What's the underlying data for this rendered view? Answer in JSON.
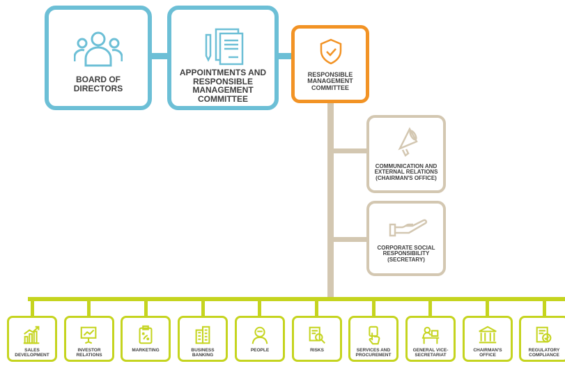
{
  "top": {
    "board": "BOARD OF DIRECTORS",
    "appointments": "APPOINTMENTS AND RESPONSIBLE MANAGEMENT COMMITTEE",
    "responsible": "RESPONSIBLE MANAGEMENT COMMITTEE"
  },
  "side": {
    "communication": "COMMUNICATION AND EXTERNAL RELATIONS (CHAIRMAN'S OFFICE)",
    "csr": "CORPORATE SOCIAL RESPONSIBILITY (SECRETARY)"
  },
  "bottom": [
    {
      "label": "SALES DEVELOPMENT",
      "icon": "growth-chart-icon"
    },
    {
      "label": "INVESTOR RELATIONS",
      "icon": "presentation-board-icon"
    },
    {
      "label": "MARKETING",
      "icon": "strategy-clipboard-icon"
    },
    {
      "label": "BUSINESS BANKING",
      "icon": "buildings-icon"
    },
    {
      "label": "PEOPLE",
      "icon": "person-icon"
    },
    {
      "label": "RISKS",
      "icon": "magnifier-document-icon"
    },
    {
      "label": "SERVICES AND PROCUREMENT",
      "icon": "hand-touch-icon"
    },
    {
      "label": "GENERAL VICE-SECRETARIAT",
      "icon": "desk-icon"
    },
    {
      "label": "CHAIRMAN'S OFFICE",
      "icon": "institution-icon"
    },
    {
      "label": "REGULATORY COMPLIANCE",
      "icon": "compliance-document-icon"
    }
  ],
  "colors": {
    "blue": "#6cbfd6",
    "orange": "#f29325",
    "beige": "#d3c7b1",
    "green": "#c5d41f",
    "text": "#3d3d3d"
  }
}
